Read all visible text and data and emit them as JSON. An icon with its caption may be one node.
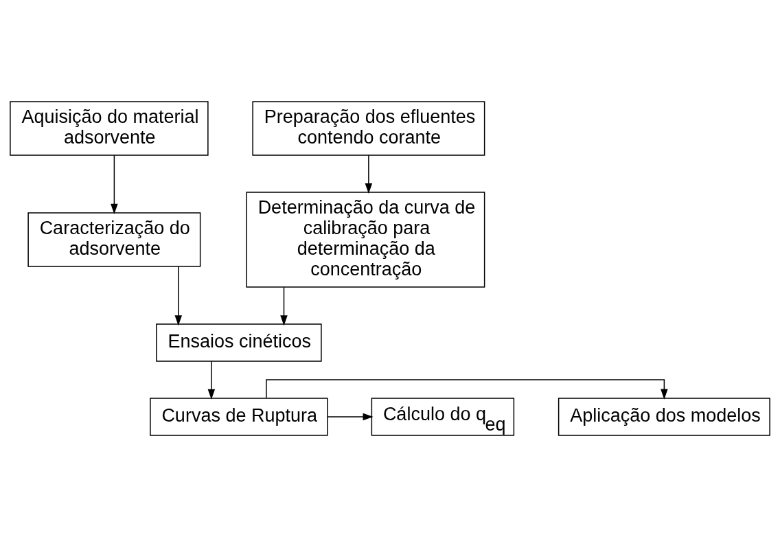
{
  "diagram": {
    "nodes": [
      {
        "text": [
          "Aquisição do material adsorvente"
        ]
      },
      {
        "text": [
          "Preparação dos efluentes contendo corante"
        ]
      },
      {
        "text": [
          "Caracterização do adsorvente"
        ]
      },
      {
        "text": [
          "Determinação da curva de calibração para determinação da concentração"
        ]
      },
      {
        "text": [
          "Ensaios cinéticos"
        ]
      },
      {
        "text": [
          "Aplicação dos modelos"
        ]
      },
      {
        "text": [
          "Curvas de Ruptura"
        ]
      },
      {
        "text": [
          "Cálculo do q$_{eq}$"
        ]
      }
    ],
    "edges": [
      {
        "from": 0,
        "to": 2,
        "arrow": "to"
      },
      {
        "from": 1,
        "to": 3,
        "arrow": "to"
      },
      {
        "from": 2,
        "to": 4,
        "arrow": "to"
      },
      {
        "from": 3,
        "to": 4,
        "arrow": "to"
      },
      {
        "from": 4,
        "to": 6,
        "arrow": "to"
      },
      {
        "from": 6,
        "to": 5,
        "arrow": "to"
      },
      {
        "from": 6,
        "to": 7,
        "arrow": "to"
      }
    ]
  }
}
